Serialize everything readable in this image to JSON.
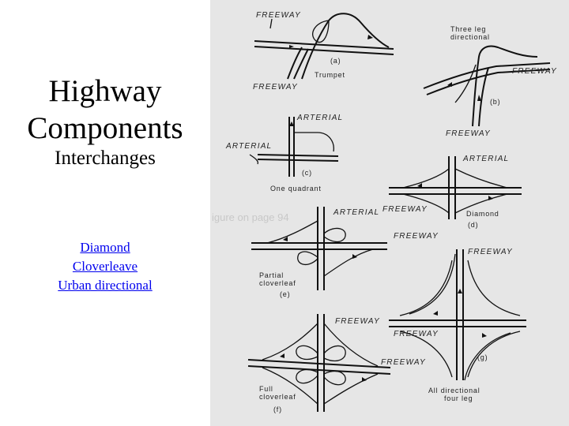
{
  "slide": {
    "title_line1": "Highway",
    "title_line2": "Components",
    "subtitle": "Interchanges",
    "links": [
      "Diamond",
      "Cloverleave",
      "Urban directional"
    ]
  },
  "figure": {
    "labels": {
      "freeway": "FREEWAY",
      "arterial": "ARTERIAL",
      "three_leg_1": "Three leg",
      "three_leg_2": "directional",
      "a": "(a)",
      "trumpet": "Trumpet",
      "b": "(b)",
      "c": "(c)",
      "one_quadrant": "One quadrant",
      "diamond": "Diamond",
      "d": "(d)",
      "partial_1": "Partial",
      "partial_2": "cloverleaf",
      "e": "(e)",
      "full_1": "Full",
      "full_2": "cloverleaf",
      "f": "(f)",
      "all_dir_1": "All directional",
      "all_dir_2": "four leg",
      "g": "(g)",
      "bleed_through": "igure on page 94"
    }
  },
  "colors": {
    "panel_bg": "#e6e6e6",
    "link": "#0000ee"
  }
}
